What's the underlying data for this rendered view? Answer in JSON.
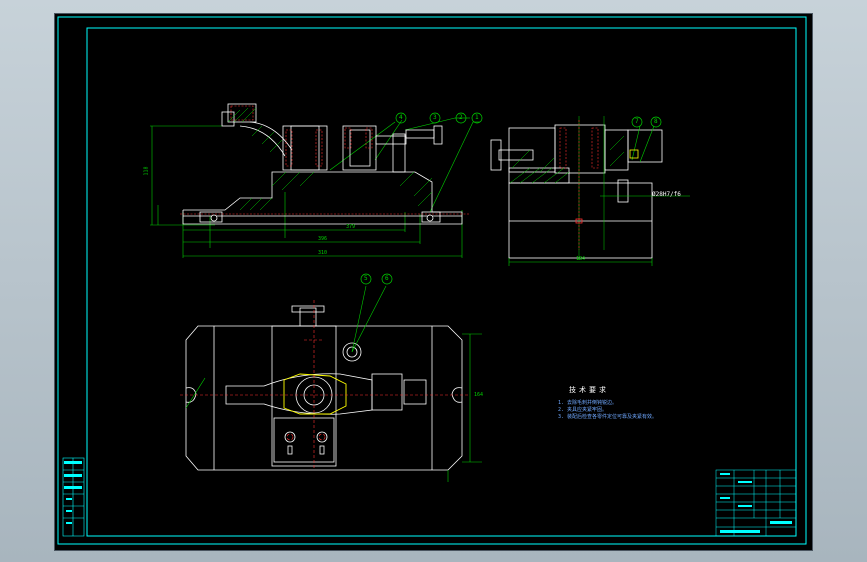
{
  "drawing": {
    "tech_requirements_title": "技术要求",
    "tech_notes": [
      "1. 去除毛刺并倒钝锐边。",
      "2. 夹具应夹紧牢固。",
      "3. 装配后检查各零件定位可靠及夹紧有效。"
    ],
    "part_balloons": [
      "1",
      "2",
      "3",
      "4",
      "5",
      "6",
      "7",
      "8"
    ],
    "dimensions": {
      "front_height": "118",
      "front_width_1": "379",
      "front_width_2": "396",
      "front_width_3": "310",
      "side_width": "184",
      "side_fit": "Ø28H7/f6",
      "plan_height": "164"
    },
    "colors": {
      "sheet": "#000000",
      "outline": "#ffffff",
      "dimension": "#00d000",
      "centerline": "#ff3030",
      "hatch": "#00d000",
      "highlight": "#ffff00",
      "border": "#00ffff"
    }
  }
}
